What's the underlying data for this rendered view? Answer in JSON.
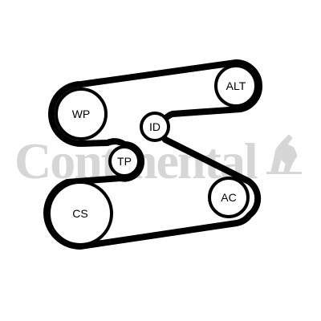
{
  "watermark": {
    "brand": "Continental"
  },
  "pulleys": [
    {
      "id": "wp",
      "label": "WP"
    },
    {
      "id": "alt",
      "label": "ALT"
    },
    {
      "id": "id",
      "label": "ID"
    },
    {
      "id": "tp",
      "label": "TP"
    },
    {
      "id": "ac",
      "label": "AC"
    },
    {
      "id": "cs",
      "label": "CS"
    }
  ]
}
